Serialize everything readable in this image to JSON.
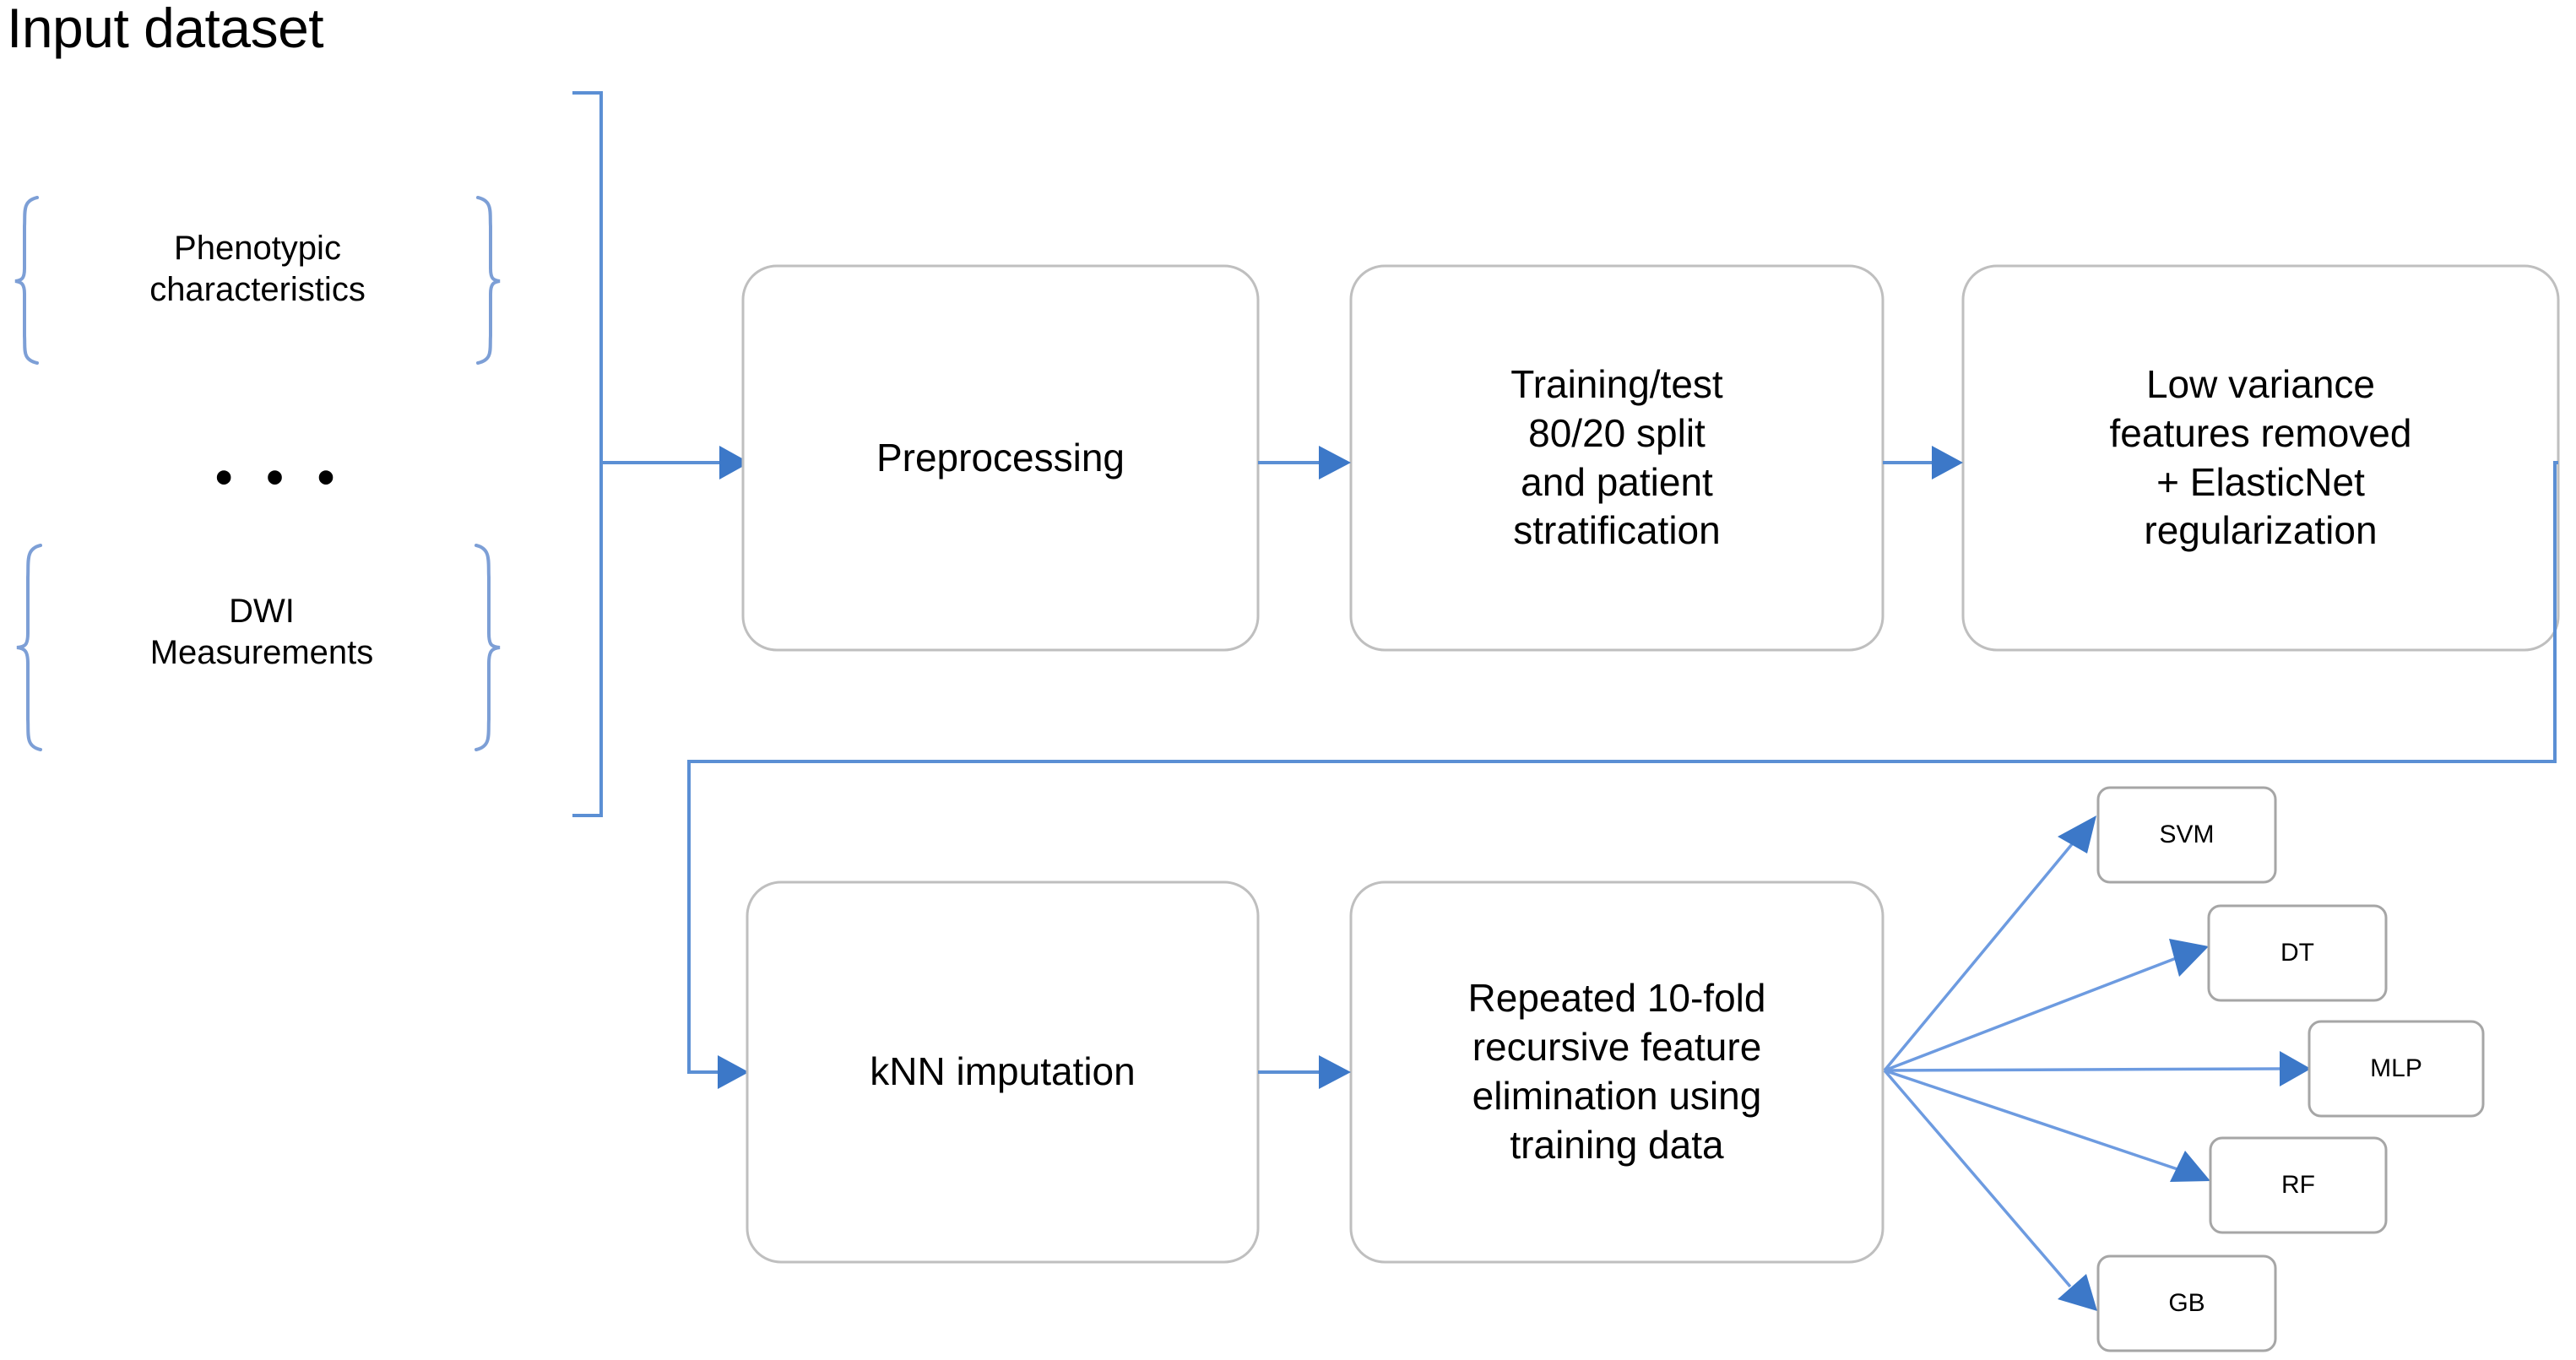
{
  "title": "Input dataset",
  "inputs": {
    "groups": [
      {
        "label": "Phenotypic\ncharacteristics",
        "name": "phenotypic-characteristics"
      },
      {
        "label": "DWI\nMeasurements",
        "name": "dwi-measurements"
      }
    ],
    "ellipsis": "• • •"
  },
  "stages": [
    {
      "id": "preprocessing",
      "label": "Preprocessing"
    },
    {
      "id": "train-test-split",
      "label": "Training/test\n80/20 split\nand patient\nstratification"
    },
    {
      "id": "feature-selection",
      "label": "Low variance\nfeatures removed\n+ ElasticNet\nregularization"
    },
    {
      "id": "knn-imputation",
      "label": "kNN imputation"
    },
    {
      "id": "rfe",
      "label": "Repeated 10-fold\nrecursive feature\nelimination using\ntraining data"
    }
  ],
  "models": [
    {
      "id": "svm",
      "label": "SVM"
    },
    {
      "id": "dt",
      "label": "DT"
    },
    {
      "id": "mlp",
      "label": "MLP"
    },
    {
      "id": "rf",
      "label": "RF"
    },
    {
      "id": "gb",
      "label": "GB"
    }
  ],
  "colors": {
    "arrow": "#3c78c8",
    "connector": "#5b8fd4",
    "brace": "#7d9fd6",
    "box_border": "#bfbfbf",
    "model_box_border": "#a6a6a6",
    "background": "#ffffff",
    "text": "#000000"
  }
}
